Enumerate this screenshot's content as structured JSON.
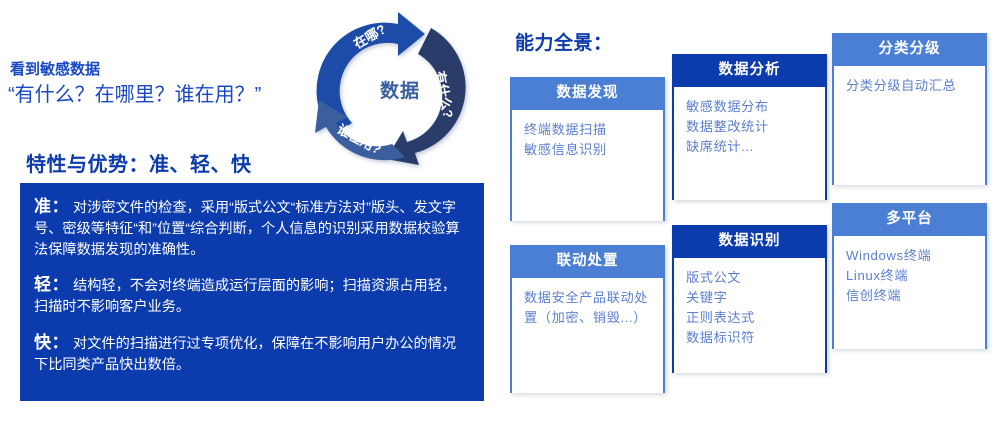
{
  "left": {
    "intro_small": "看到敏感数据",
    "intro_quote": "“有什么？在哪里？谁在用？”",
    "feature_heading": "特性与优势：准、轻、快",
    "features": [
      {
        "key": "准：",
        "text": "对涉密文件的检查，采用“版式公文“标准方法对”版头、发文字号、密级等特征“和”位置“综合判断，个人信息的识别采用数据校验算法保障数据发现的准确性。"
      },
      {
        "key": "轻：",
        "text": "结构轻，不会对终端造成运行层面的影响；扫描资源占用轻，扫描时不影响客户业务。"
      },
      {
        "key": "快：",
        "text": "对文件的扫描进行过专项优化，保障在不影响用户办公的情况下比同类产品快出数倍。"
      }
    ]
  },
  "cycle": {
    "center_label": "数据",
    "segments": [
      {
        "label": "在哪?",
        "color": "#1F4BA8"
      },
      {
        "label": "有什么?",
        "color": "#2C3E6B"
      },
      {
        "label": "谁在用?",
        "color": "#3A5F9E"
      }
    ],
    "center_text_color": "#3A5F9E"
  },
  "right": {
    "panorama_title": "能力全景：",
    "header_colors": {
      "light": "#4A7FD4",
      "dark": "#0B3BAD"
    },
    "body_text_color": "#5C7FD0",
    "cards": [
      {
        "title": "数据发现",
        "style": "light",
        "lines": [
          "终端数据扫描",
          "敏感信息识别"
        ]
      },
      {
        "title": "数据分析",
        "style": "dark",
        "lines": [
          "敏感数据分布",
          "数据整改统计",
          "缺席统计..."
        ]
      },
      {
        "title": "分类分级",
        "style": "light",
        "lines": [
          "分类分级自动汇总"
        ]
      },
      {
        "title": "联动处置",
        "style": "light",
        "lines": [
          "数据安全产品联动处置（加密、销毁...）"
        ]
      },
      {
        "title": "数据识别",
        "style": "dark",
        "lines": [
          "版式公文",
          "关键字",
          "正则表达式",
          "数据标识符"
        ]
      },
      {
        "title": "多平台",
        "style": "light",
        "lines": [
          "Windows终端",
          "Linux终端",
          "信创终端"
        ]
      }
    ]
  }
}
